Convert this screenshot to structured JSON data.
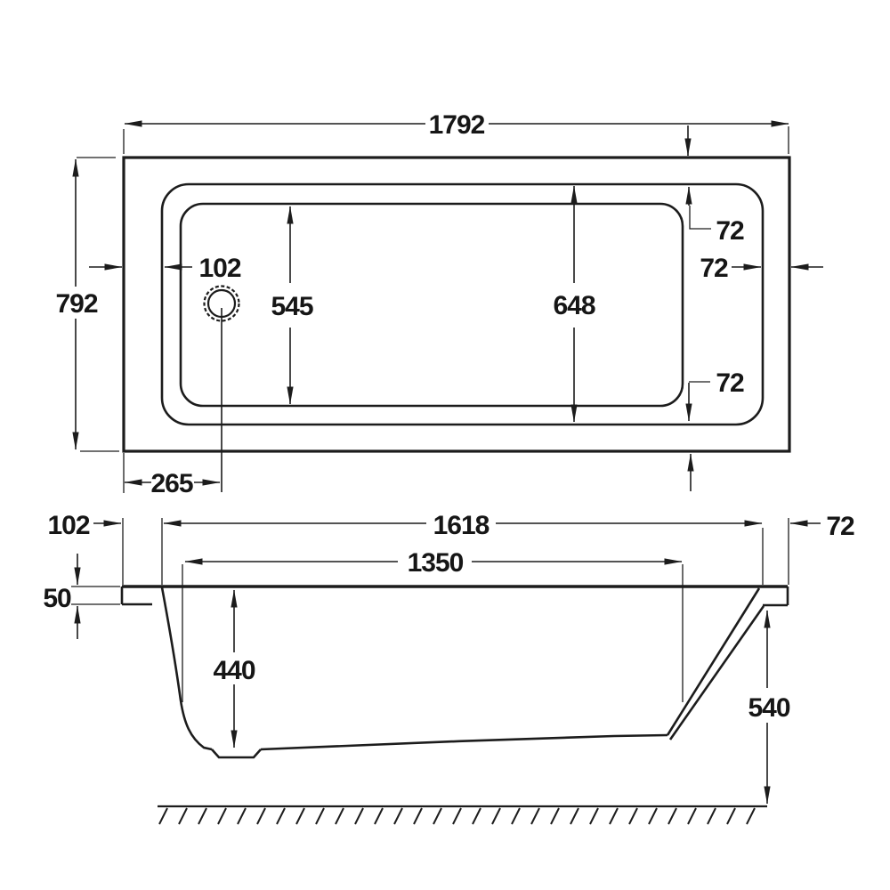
{
  "drawing": {
    "background": "#ffffff",
    "line_color": "#1c1c1c",
    "plan_view": {
      "overall_length": "1792",
      "overall_width": "792",
      "rim_width_head_end": "102",
      "well_floor_width": "545",
      "rim_opening_width": "648",
      "rim_width_top": "72",
      "rim_width_foot_end": "72",
      "rim_width_bottom": "72",
      "drain_center_offset": "265"
    },
    "side_view": {
      "rim_width_head_end": "102",
      "rim_opening_length": "1618",
      "rim_width_foot_end": "72",
      "well_floor_length": "1350",
      "rim_edge_thickness": "50",
      "well_depth": "440",
      "overall_height": "540"
    }
  }
}
